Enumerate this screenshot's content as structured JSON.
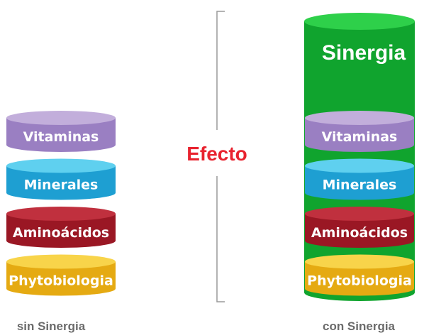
{
  "layers": [
    {
      "label": "Vitaminas",
      "color_top": "#c2aedb",
      "color_side": "#9a7fc2"
    },
    {
      "label": "Minerales",
      "color_top": "#5fd0ef",
      "color_side": "#1e9fd2"
    },
    {
      "label": "Aminoácidos",
      "color_top": "#c0303e",
      "color_side": "#9a1724"
    },
    {
      "label": "Phytobiologia",
      "color_top": "#f8d44a",
      "color_side": "#e5aa12"
    }
  ],
  "synergy": {
    "label": "Sinergia",
    "color_top": "#2ed04a",
    "color_side": "#10a42e"
  },
  "effect": {
    "label": "Efecto",
    "color": "#e8232f"
  },
  "captions": {
    "left": "sin Sinergia",
    "right": "con Sinergia"
  }
}
